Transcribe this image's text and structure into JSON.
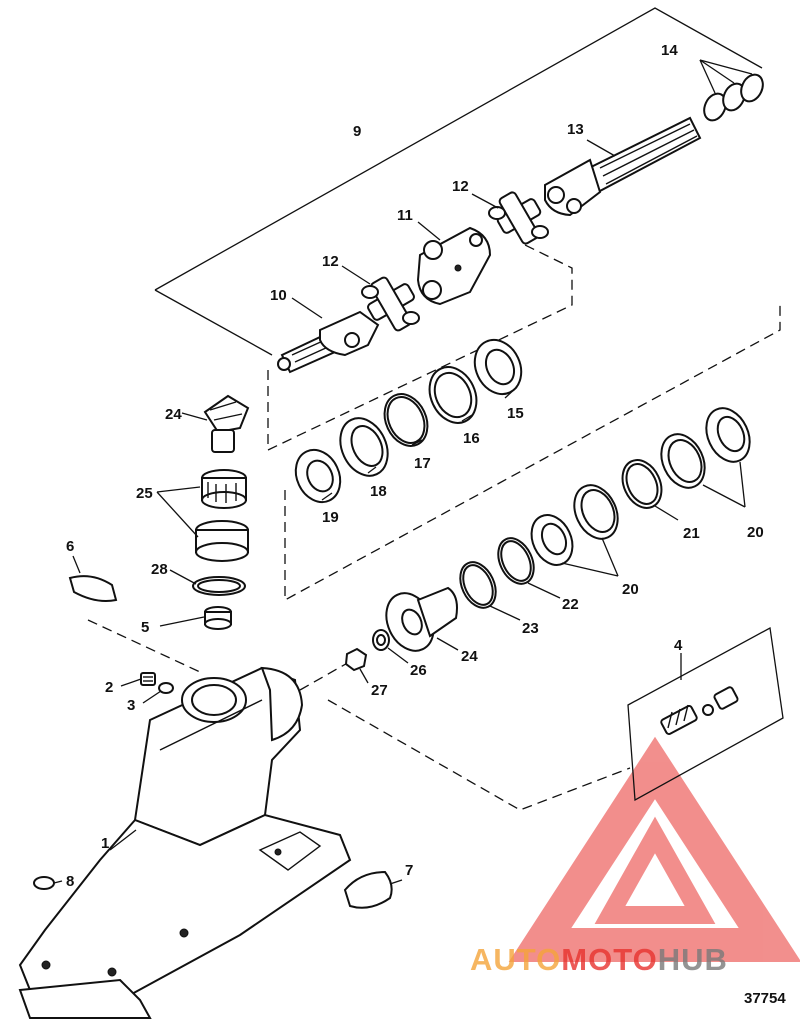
{
  "figure_number": "37754",
  "watermark": {
    "part1": "AUTO",
    "part2": "MOTO",
    "part3": "HUB",
    "colors": {
      "auto": "#f5a43a",
      "moto": "#e8332f",
      "hub": "#7a7a7a",
      "logo": "#e8332f"
    }
  },
  "callouts": [
    {
      "id": "c1",
      "text": "1"
    },
    {
      "id": "c2",
      "text": "2"
    },
    {
      "id": "c3",
      "text": "3"
    },
    {
      "id": "c4",
      "text": "4"
    },
    {
      "id": "c5",
      "text": "5"
    },
    {
      "id": "c6",
      "text": "6"
    },
    {
      "id": "c7",
      "text": "7"
    },
    {
      "id": "c8",
      "text": "8"
    },
    {
      "id": "c9",
      "text": "9"
    },
    {
      "id": "c10",
      "text": "10"
    },
    {
      "id": "c11",
      "text": "11"
    },
    {
      "id": "c12a",
      "text": "12"
    },
    {
      "id": "c12b",
      "text": "12"
    },
    {
      "id": "c13",
      "text": "13"
    },
    {
      "id": "c14",
      "text": "14"
    },
    {
      "id": "c15",
      "text": "15"
    },
    {
      "id": "c16",
      "text": "16"
    },
    {
      "id": "c17",
      "text": "17"
    },
    {
      "id": "c18",
      "text": "18"
    },
    {
      "id": "c19",
      "text": "19"
    },
    {
      "id": "c20a",
      "text": "20"
    },
    {
      "id": "c20b",
      "text": "20"
    },
    {
      "id": "c21",
      "text": "21"
    },
    {
      "id": "c22",
      "text": "22"
    },
    {
      "id": "c23",
      "text": "23"
    },
    {
      "id": "c24a",
      "text": "24"
    },
    {
      "id": "c24b",
      "text": "24"
    },
    {
      "id": "c25",
      "text": "25"
    },
    {
      "id": "c26",
      "text": "26"
    },
    {
      "id": "c27",
      "text": "27"
    },
    {
      "id": "c28",
      "text": "28"
    }
  ]
}
